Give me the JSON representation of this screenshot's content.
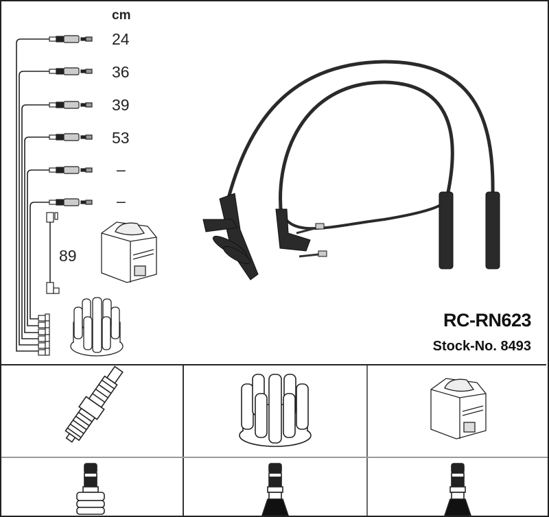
{
  "diagram": {
    "unit_label": "cm",
    "cable_lengths": [
      "24",
      "36",
      "39",
      "53",
      "–",
      "–"
    ],
    "coil_cable_length": "89",
    "product_code": "RC-RN623",
    "stock_number": "Stock-No. 8493"
  },
  "bottom_grid": {
    "row1": [
      "spark-plug",
      "distributor-cap",
      "ignition-coil"
    ],
    "row2": [
      "plug-terminal-threaded",
      "plug-terminal-nut",
      "plug-terminal-nut"
    ]
  }
}
